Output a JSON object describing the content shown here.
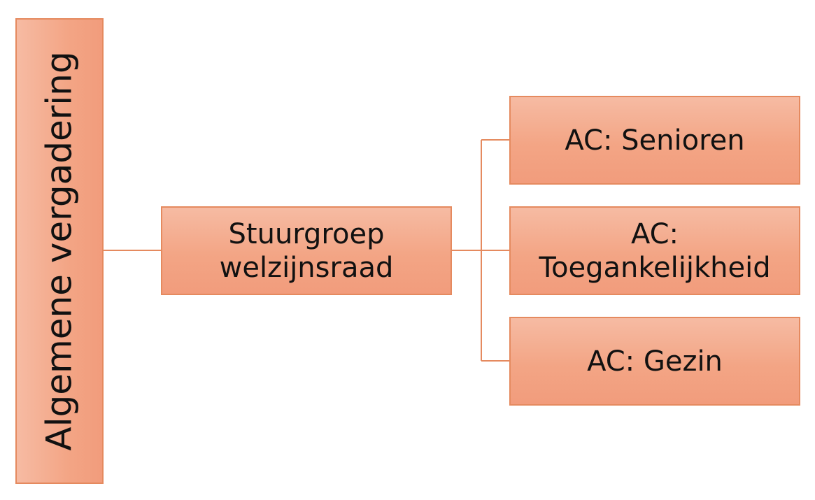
{
  "diagram": {
    "root": {
      "label": "Algemene vergadering"
    },
    "middle": {
      "line1": "Stuurgroep",
      "line2": "welzijnsraad"
    },
    "children": [
      {
        "line1": "AC: Senioren",
        "line2": ""
      },
      {
        "line1": "AC:",
        "line2": "Toegankelijkheid"
      },
      {
        "line1": "AC: Gezin",
        "line2": ""
      }
    ]
  },
  "colors": {
    "box_fill_light": "#f6bba3",
    "box_fill_dark": "#f29c7c",
    "box_border": "#e58a5f",
    "connector": "#e58a5f",
    "text": "#111111"
  }
}
